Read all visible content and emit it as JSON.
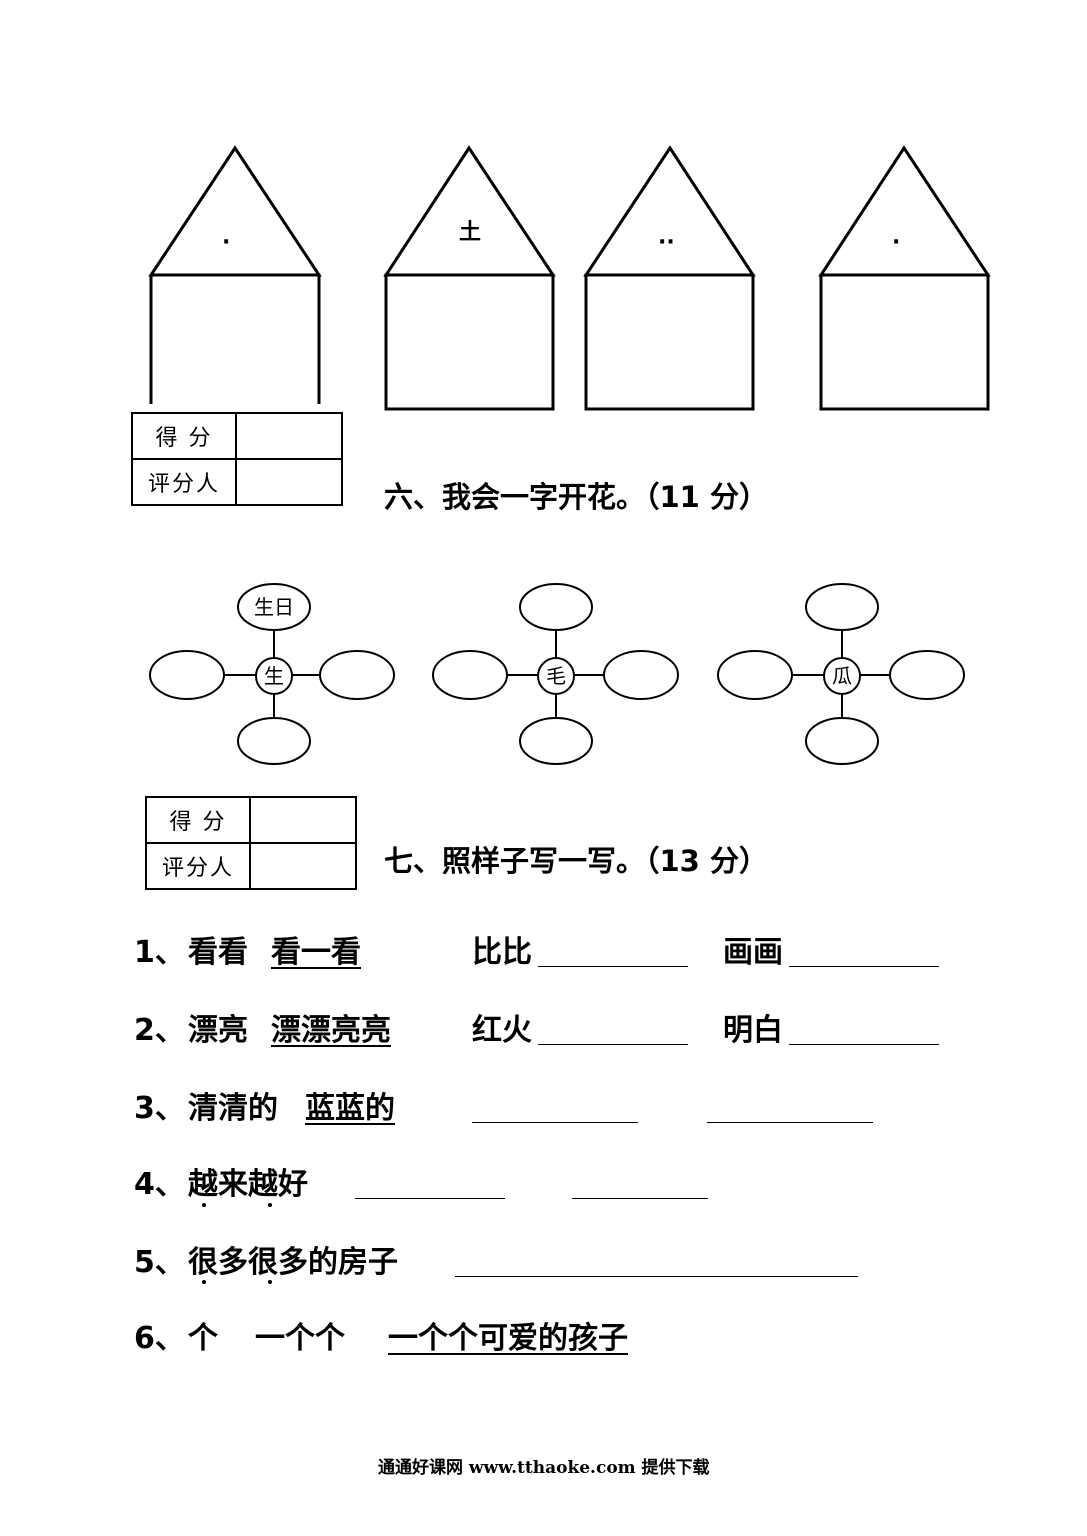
{
  "houses": [
    {
      "roof_mark": "·"
    },
    {
      "roof_mark": "土"
    },
    {
      "roof_mark": "··"
    },
    {
      "roof_mark": "·"
    }
  ],
  "score_box": {
    "score_label": "得  分",
    "grader_label": "评分人"
  },
  "section6": {
    "heading": "六、我会一字开花。（11 分）",
    "flowers": [
      {
        "center": "生",
        "top": "生日"
      },
      {
        "center": "毛",
        "top": ""
      },
      {
        "center": "瓜",
        "top": ""
      }
    ]
  },
  "section7": {
    "heading": "七、照样子写一写。（13 分）",
    "items": [
      {
        "num": "1、",
        "word": "看看",
        "example": "看一看",
        "prompt1": "比比",
        "prompt2": "画画"
      },
      {
        "num": "2、",
        "word": "漂亮",
        "example": "漂漂亮亮",
        "prompt1": "红火",
        "prompt2": "明白"
      },
      {
        "num": "3、",
        "word": "清清的",
        "example": "蓝蓝的"
      },
      {
        "num": "4、",
        "word": "越来越好"
      },
      {
        "num": "5、",
        "word": "很多很多的房子"
      },
      {
        "num": "6、",
        "word": "个",
        "word2": "一个个",
        "example": "一个个可爱的孩子"
      }
    ]
  },
  "footer": "通通好课网  www.tthaoke.com  提供下载"
}
